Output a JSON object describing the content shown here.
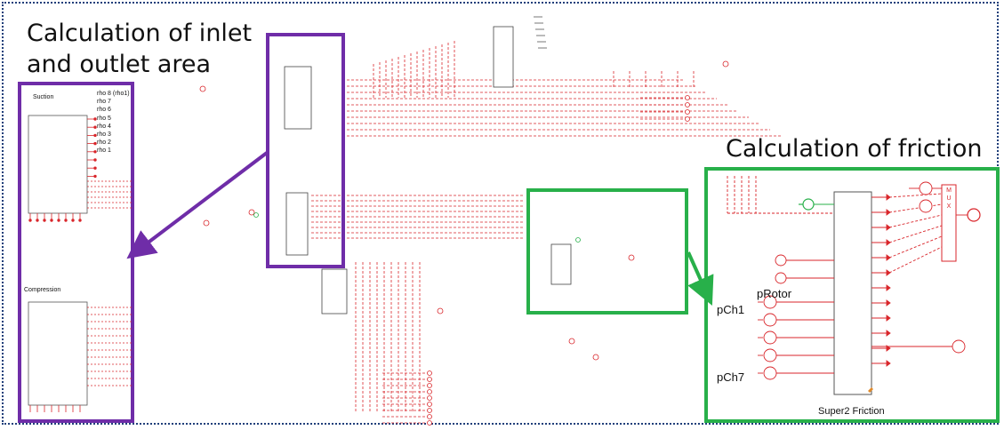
{
  "titles": {
    "inlet_outlet_line1": "Calculation of inlet",
    "inlet_outlet_line2": "and outlet area",
    "friction": "Calculation of friction"
  },
  "left_zoom": {
    "suction_label": "Suction",
    "compression_label": "Compression",
    "rho_ports": [
      "rho 8 (rho1)",
      "rho 7",
      "rho 6",
      "rho 5",
      "rho 4",
      "rho 3",
      "rho 2",
      "rho 1"
    ]
  },
  "right_zoom": {
    "inputs": [
      "pRotor",
      "pCh1",
      "pCh7"
    ],
    "block_caption": "Super2 Friction",
    "mux_label": "MUX"
  },
  "colors": {
    "purple_frame": "#6f2da8",
    "green_frame": "#28b04a",
    "signal_red": "#d9262b",
    "border_dotted": "#1f3f7a"
  }
}
